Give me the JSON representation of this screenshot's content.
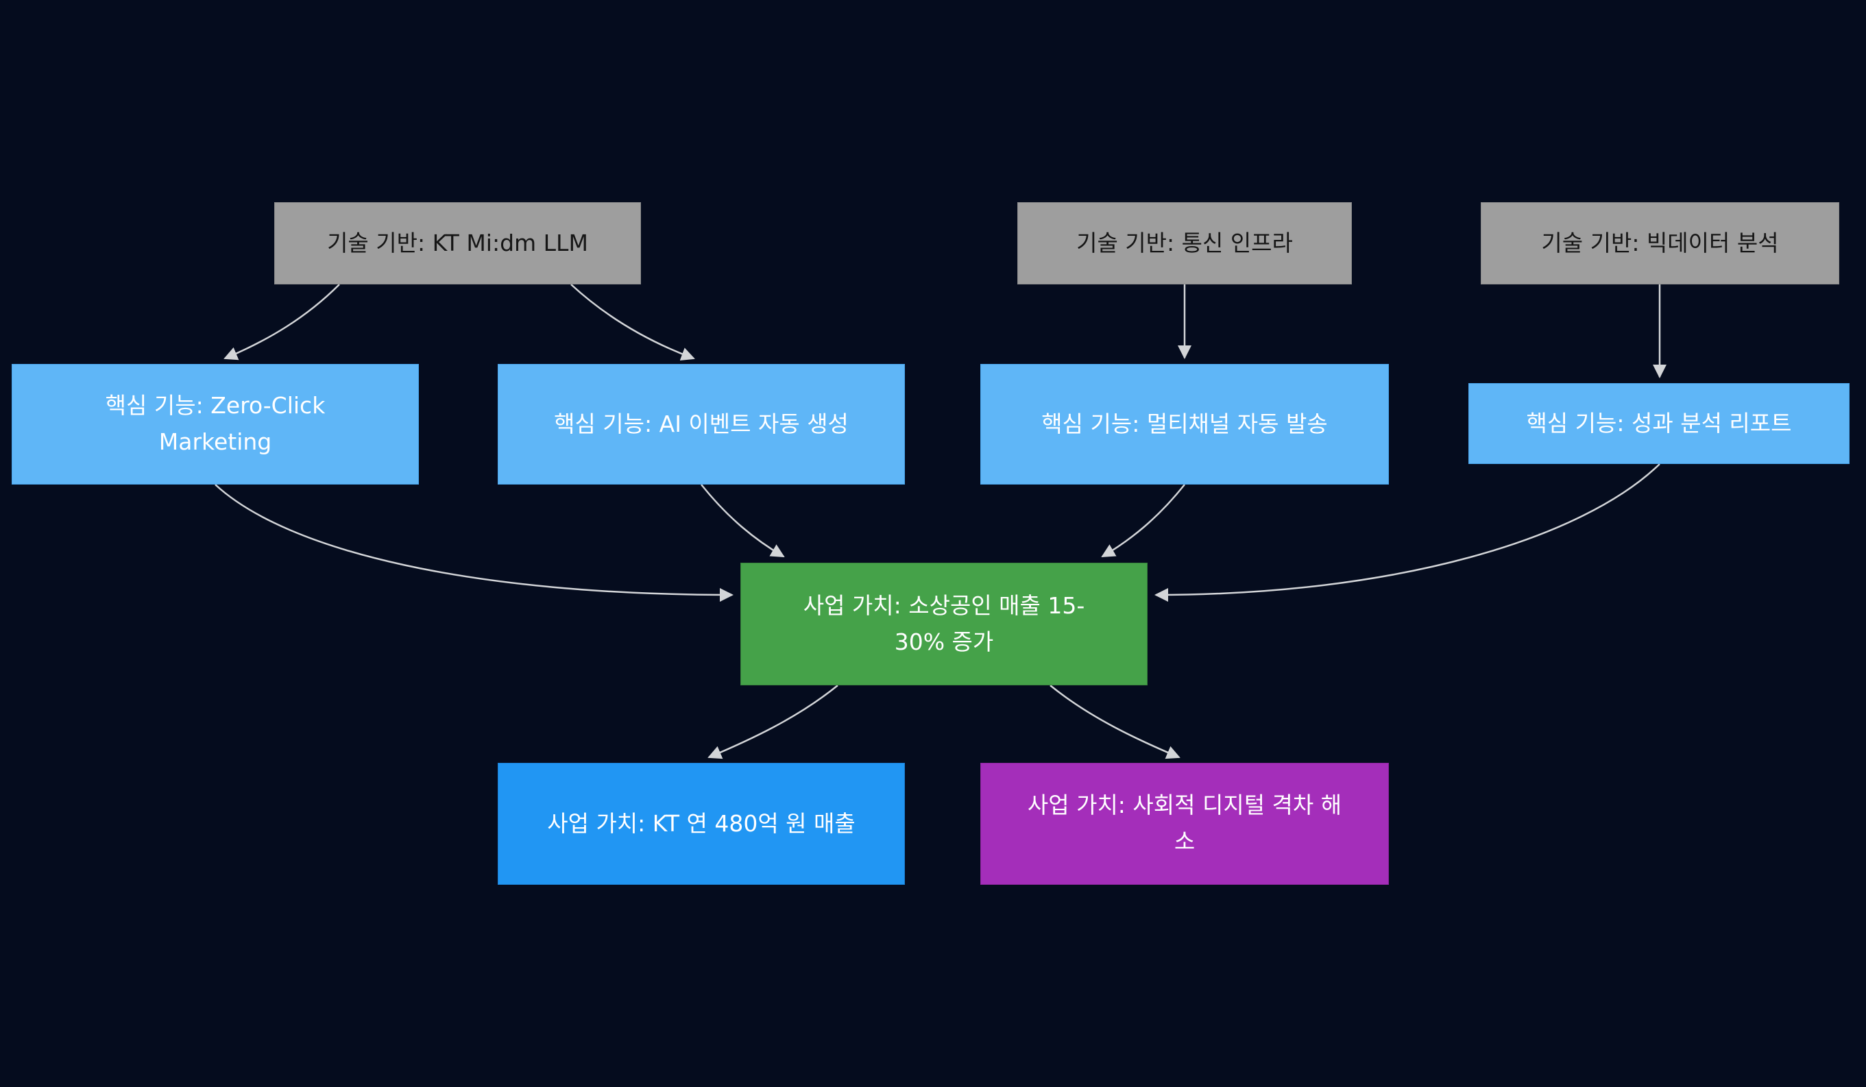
{
  "diagram_type": "flowchart",
  "colors": {
    "background": "#050c1e",
    "edge": "#d3d5d8",
    "tech_fill": "#9e9e9e",
    "tech_border": "#8a8a8a",
    "tech_text": "#161616",
    "feature_fill": "#5fb6f7",
    "feature_border": "#4aa5ec",
    "green_fill": "#45a249",
    "green_border": "#37833b",
    "blue_fill": "#2196f3",
    "blue_border": "#1b7fd4",
    "purple_fill": "#a42eba",
    "purple_border": "#8c269f",
    "node_text": "#ffffff"
  },
  "nodes": {
    "tech_llm": {
      "label": "기술 기반: KT Mi:dm LLM"
    },
    "tech_telecom": {
      "label": "기술 기반: 통신 인프라"
    },
    "tech_bigdata": {
      "label": "기술 기반: 빅데이터 분석"
    },
    "feat_zeroclick": {
      "label": "핵심 기능: Zero-Click Marketing"
    },
    "feat_ai_event": {
      "label": "핵심 기능: AI 이벤트 자동 생성"
    },
    "feat_multichannel": {
      "label": "핵심 기능: 멀티채널 자동 발송"
    },
    "feat_report": {
      "label": "핵심 기능: 성과 분석 리포트"
    },
    "value_sales": {
      "label": "사업 가치: 소상공인 매출 15-30% 증가"
    },
    "value_kt_revenue": {
      "label": "사업 가치: KT 연 480억 원 매출"
    },
    "value_social": {
      "label": "사업 가치: 사회적 디지털 격차 해소"
    }
  },
  "edges": [
    {
      "from": "tech_llm",
      "to": "feat_zeroclick"
    },
    {
      "from": "tech_llm",
      "to": "feat_ai_event"
    },
    {
      "from": "tech_telecom",
      "to": "feat_multichannel"
    },
    {
      "from": "tech_bigdata",
      "to": "feat_report"
    },
    {
      "from": "feat_zeroclick",
      "to": "value_sales"
    },
    {
      "from": "feat_ai_event",
      "to": "value_sales"
    },
    {
      "from": "feat_multichannel",
      "to": "value_sales"
    },
    {
      "from": "feat_report",
      "to": "value_sales"
    },
    {
      "from": "value_sales",
      "to": "value_kt_revenue"
    },
    {
      "from": "value_sales",
      "to": "value_social"
    }
  ]
}
